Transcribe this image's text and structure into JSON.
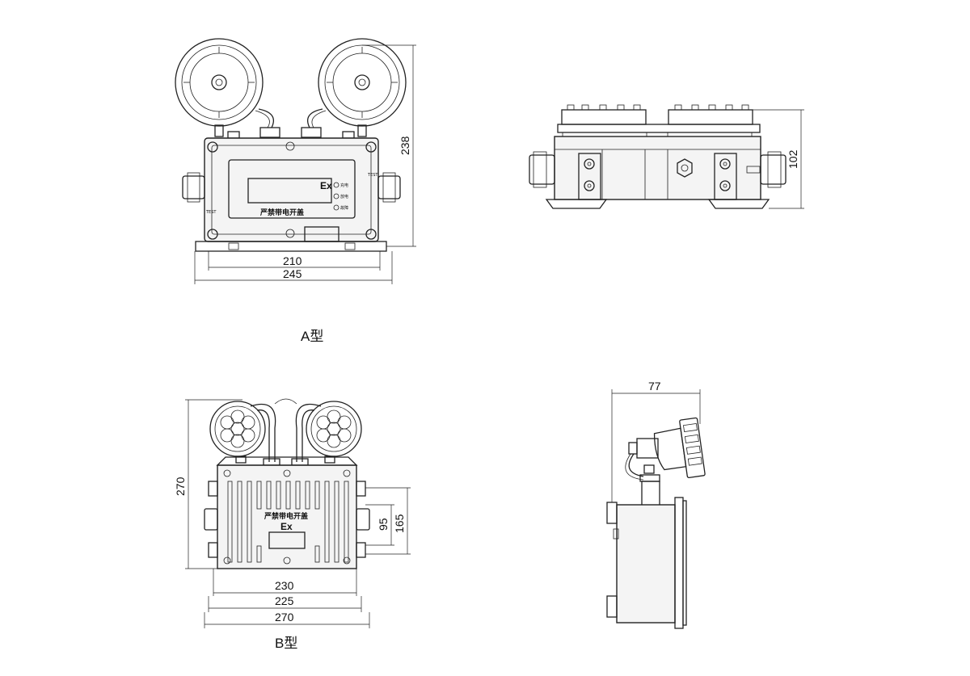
{
  "views": {
    "type_a_front": {
      "caption": "A型",
      "panel_label": "严禁带电开盖",
      "ex_mark": "Ex",
      "indicators": [
        "充电",
        "放电",
        "故障"
      ],
      "side_tag_left": "TEST",
      "side_tag_right": "TEST",
      "dimensions": {
        "inner_width": "210",
        "outer_width": "245",
        "height": "238"
      }
    },
    "type_a_side": {
      "dimensions": {
        "height": "102"
      }
    },
    "type_b_front": {
      "caption": "B型",
      "panel_label": "严禁带电开盖",
      "ex_mark": "Ex",
      "dimensions": {
        "w1": "230",
        "w2": "225",
        "w3": "270",
        "height": "270",
        "h_inner": "95",
        "h_outer": "165"
      }
    },
    "type_b_side": {
      "dimensions": {
        "width": "77"
      }
    }
  }
}
